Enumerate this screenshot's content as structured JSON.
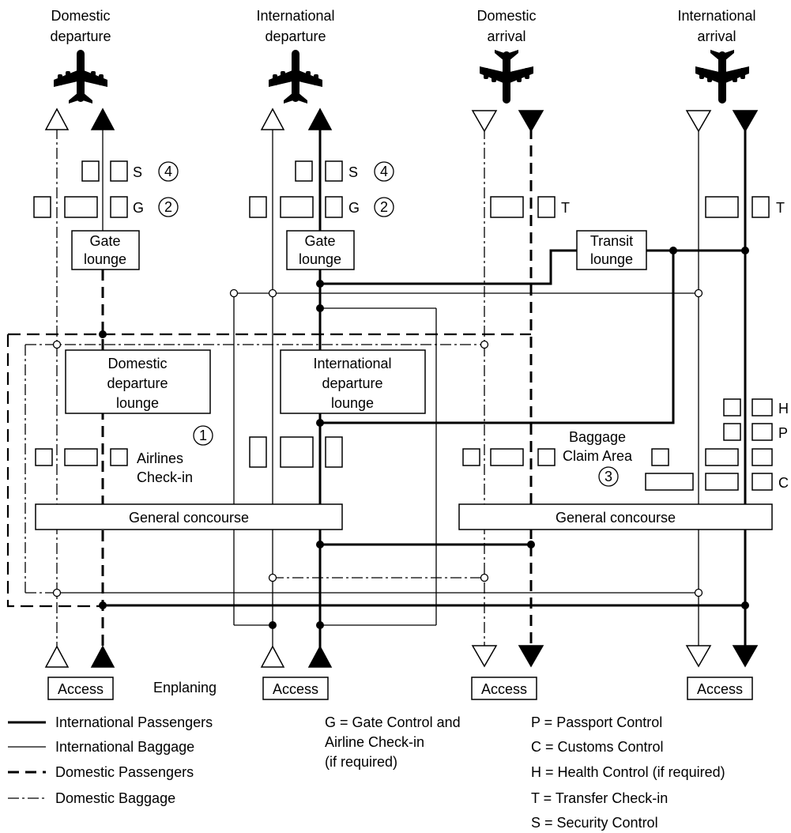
{
  "headers": {
    "domestic_departure": [
      "Domestic",
      "departure"
    ],
    "international_departure": [
      "International",
      "departure"
    ],
    "domestic_arrival": [
      "Domestic",
      "arrival"
    ],
    "international_arrival": [
      "International",
      "arrival"
    ]
  },
  "boxes": {
    "gate_lounge": [
      "Gate",
      "lounge"
    ],
    "transit_lounge": [
      "Transit",
      "lounge"
    ],
    "domestic_departure_lounge": [
      "Domestic",
      "departure",
      "lounge"
    ],
    "international_departure_lounge": [
      "International",
      "departure",
      "lounge"
    ],
    "general_concourse": "General concourse",
    "access": "Access"
  },
  "labels": {
    "S": "S",
    "G": "G",
    "T": "T",
    "H": "H",
    "P": "P",
    "C": "C",
    "airlines_checkin": [
      "Airlines",
      "Check-in"
    ],
    "baggage_claim": [
      "Baggage",
      "Claim Area"
    ],
    "enplaning": "Enplaning",
    "num1": "1",
    "num2": "2",
    "num3": "3",
    "num4": "4"
  },
  "legend": {
    "lines": [
      {
        "style": "ip",
        "label": "International Passengers"
      },
      {
        "style": "ib",
        "label": "International Baggage"
      },
      {
        "style": "dp",
        "label": "Domestic Passengers"
      },
      {
        "style": "db",
        "label": "Domestic Baggage"
      }
    ],
    "g_def": [
      "G = Gate Control and",
      "Airline Check-in",
      "(if required)"
    ],
    "defs": [
      "P = Passport Control",
      "C = Customs Control",
      "H = Health Control (if required)",
      "T = Transfer Check-in",
      "S = Security Control"
    ]
  },
  "icons": [
    "airplane-departure-icon",
    "airplane-arrival-icon",
    "triangle-up-icon",
    "triangle-down-icon"
  ]
}
